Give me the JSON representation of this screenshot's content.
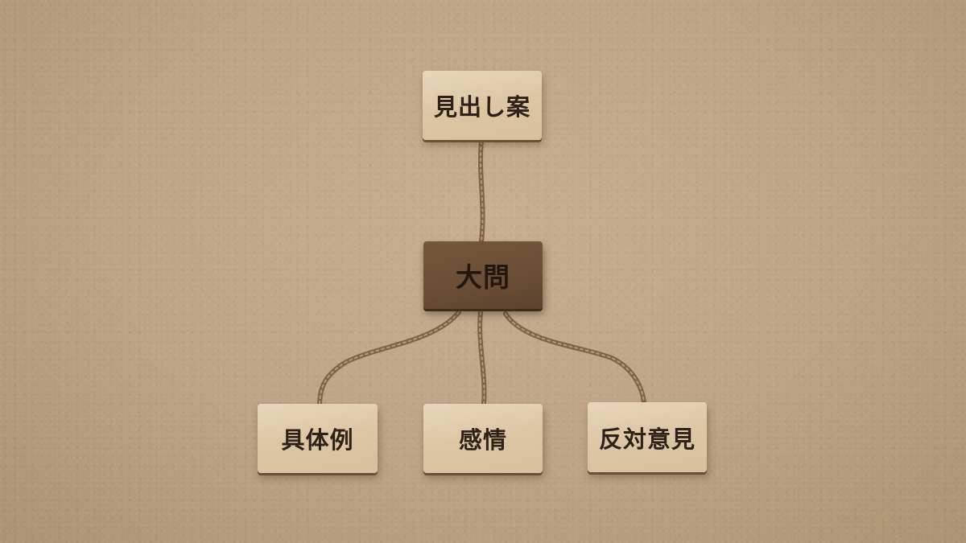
{
  "scene": {
    "top_block": {
      "label": "見出し案"
    },
    "center_block": {
      "label": "大問"
    },
    "bottom_blocks": [
      {
        "label": "具体例"
      },
      {
        "label": "感情"
      },
      {
        "label": "反対意見"
      }
    ],
    "colors": {
      "background": "#bea486",
      "light_wood": "#dcc6a5",
      "dark_wood": "#6a4d35",
      "rope": "#8c6f50",
      "text": "#2e2218"
    }
  }
}
